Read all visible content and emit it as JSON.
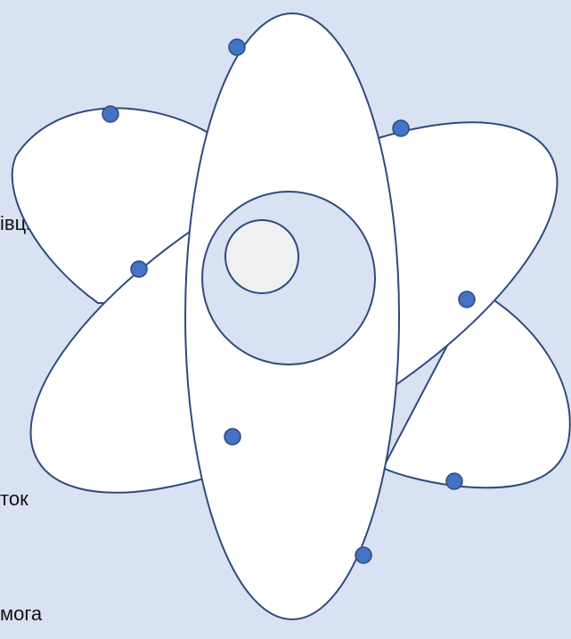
{
  "background_color": "#d9e2f3",
  "orbit_fill": "#ffffff",
  "orbit_stroke": "#2f4b7c",
  "nucleus_fill": "#d9e2f3",
  "core_fill": "#f0f0f0",
  "electron_fill": "#4472c4",
  "text_fragments": {
    "line1": "івців",
    "line2": "ток",
    "line3": "мога"
  }
}
